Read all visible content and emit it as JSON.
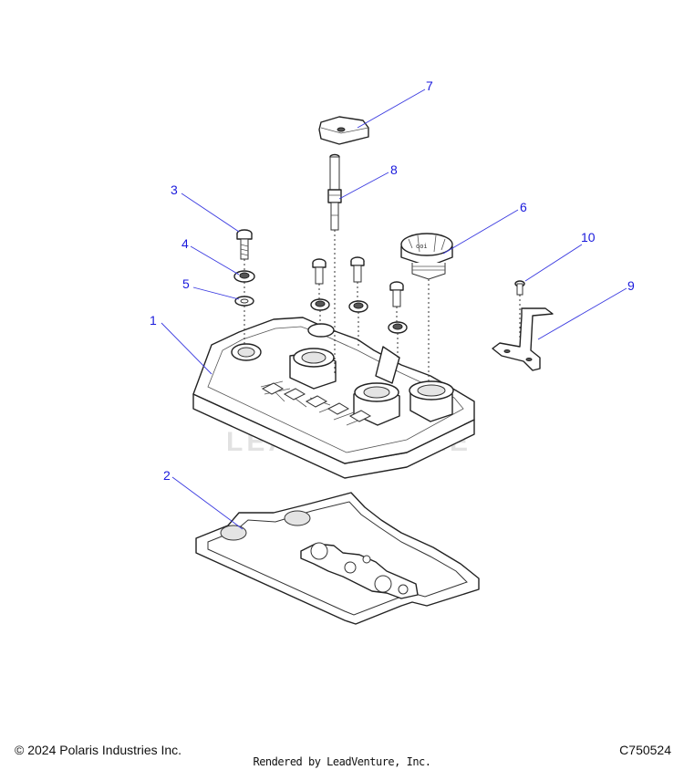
{
  "diagram": {
    "callouts": [
      "1",
      "2",
      "3",
      "4",
      "5",
      "6",
      "7",
      "8",
      "9",
      "10"
    ],
    "watermark": "LEADVENTURE",
    "colors": {
      "callout": "#1a1adc",
      "leader": "#3a3ae0",
      "line": "#222222"
    }
  },
  "footer": {
    "copyright": "© 2024 Polaris Industries Inc.",
    "rendered_by": "Rendered by LeadVenture, Inc.",
    "diagram_code": "C750524"
  }
}
